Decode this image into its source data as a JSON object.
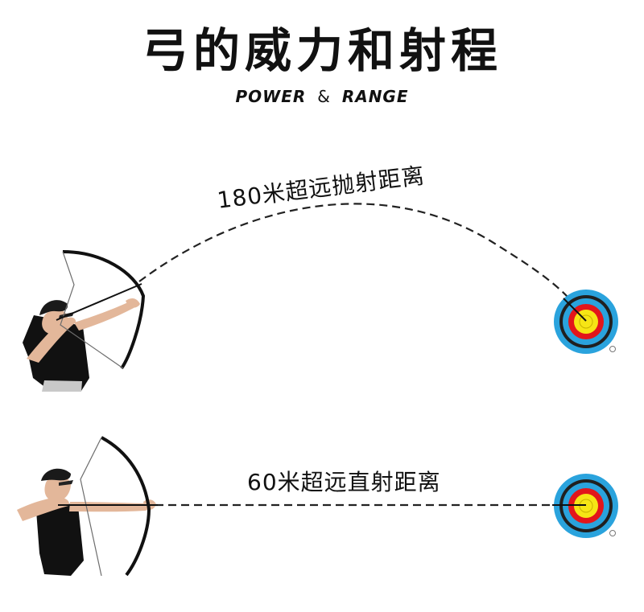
{
  "header": {
    "title": "弓的威力和射程",
    "subtitle_power": "POWER",
    "subtitle_and": "&",
    "subtitle_range": "RANGE"
  },
  "shots": [
    {
      "label": "180米超远抛射距离"
    },
    {
      "label": "60米超远直射距离"
    }
  ],
  "colors": {
    "target_outer": "#2aa3dd",
    "target_black": "#202020",
    "target_red": "#e2161b",
    "target_yellow": "#f6e515",
    "bow": "#111111",
    "path": "#222222",
    "shirt": "#111111",
    "skin": "#e3b79a"
  },
  "icons": {
    "archer_1": "archer-icon",
    "archer_2": "archer-icon",
    "target_1": "target-icon",
    "target_2": "target-icon"
  }
}
